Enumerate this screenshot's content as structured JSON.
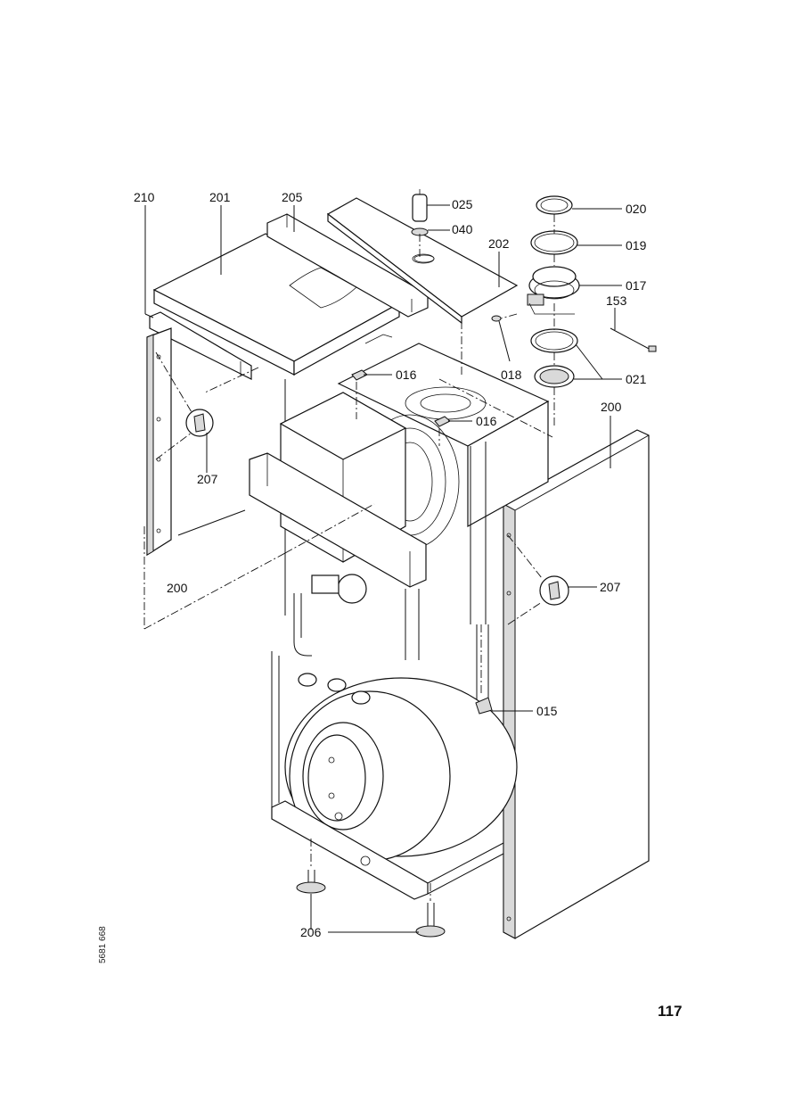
{
  "labels": {
    "l210": "210",
    "l201": "201",
    "l205": "205",
    "l025": "025",
    "l040": "040",
    "l202": "202",
    "l020": "020",
    "l019": "019",
    "l017": "017",
    "l153": "153",
    "l018": "018",
    "l021": "021",
    "l016a": "016",
    "l016b": "016",
    "l200r": "200",
    "l207l": "207",
    "l200l": "200",
    "l207r": "207",
    "l015": "015",
    "l206": "206"
  },
  "page_number": "117",
  "doc_number": "5681 668"
}
